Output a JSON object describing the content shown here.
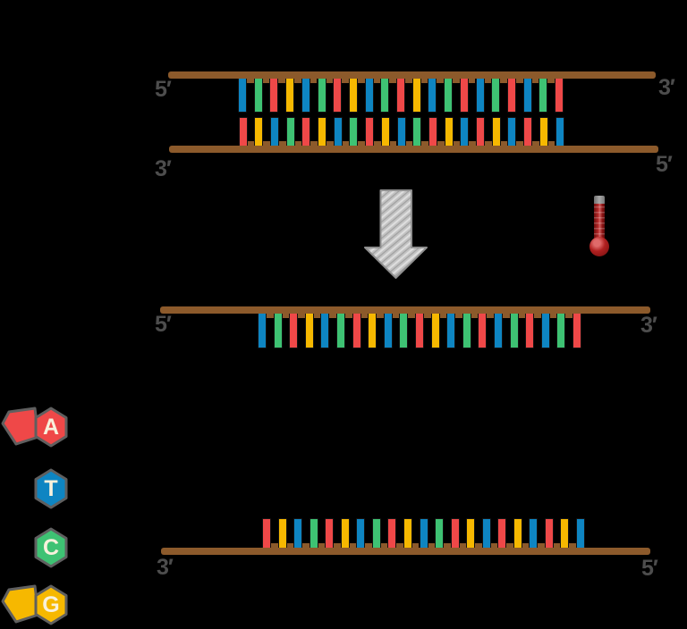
{
  "colors": {
    "A": "#EF4848",
    "T": "#0E85C2",
    "C": "#3EC273",
    "G": "#F6B800",
    "backbone": "#8C5A2B",
    "end_label_text": "#4D4D4D",
    "legend_letter_text": "#F8F1DC",
    "legend_outline": "#5F5F5F",
    "arrow_fill": "#C3C3C3",
    "thermometer_red": "#A01818"
  },
  "duplex": {
    "top_strand": {
      "left_label": "5′",
      "right_label": "3′",
      "sequence": [
        "T",
        "C",
        "A",
        "G",
        "T",
        "C",
        "A",
        "G",
        "T",
        "C",
        "A",
        "G",
        "T",
        "C",
        "A",
        "T",
        "C",
        "A",
        "T",
        "C",
        "A"
      ]
    },
    "bottom_strand": {
      "left_label": "3′",
      "right_label": "5′",
      "sequence": [
        "A",
        "G",
        "T",
        "C",
        "A",
        "G",
        "T",
        "C",
        "A",
        "G",
        "T",
        "C",
        "A",
        "G",
        "T",
        "A",
        "G",
        "T",
        "A",
        "G",
        "T"
      ]
    }
  },
  "single_strand_top": {
    "left_label": "5′",
    "right_label": "3′",
    "sequence": [
      "T",
      "C",
      "A",
      "G",
      "T",
      "C",
      "A",
      "G",
      "T",
      "C",
      "A",
      "G",
      "T",
      "C",
      "A",
      "T",
      "C",
      "A",
      "T",
      "C",
      "A"
    ]
  },
  "single_strand_bottom": {
    "left_label": "3′",
    "right_label": "5′",
    "sequence": [
      "A",
      "G",
      "T",
      "C",
      "A",
      "G",
      "T",
      "C",
      "A",
      "G",
      "T",
      "C",
      "A",
      "G",
      "T",
      "A",
      "G",
      "T",
      "A",
      "G",
      "T"
    ]
  },
  "legend": {
    "items": [
      {
        "letter": "A",
        "color": "#EF4848",
        "rings": 2
      },
      {
        "letter": "T",
        "color": "#0E85C2",
        "rings": 1
      },
      {
        "letter": "C",
        "color": "#3EC273",
        "rings": 1
      },
      {
        "letter": "G",
        "color": "#F6B800",
        "rings": 2
      }
    ]
  }
}
